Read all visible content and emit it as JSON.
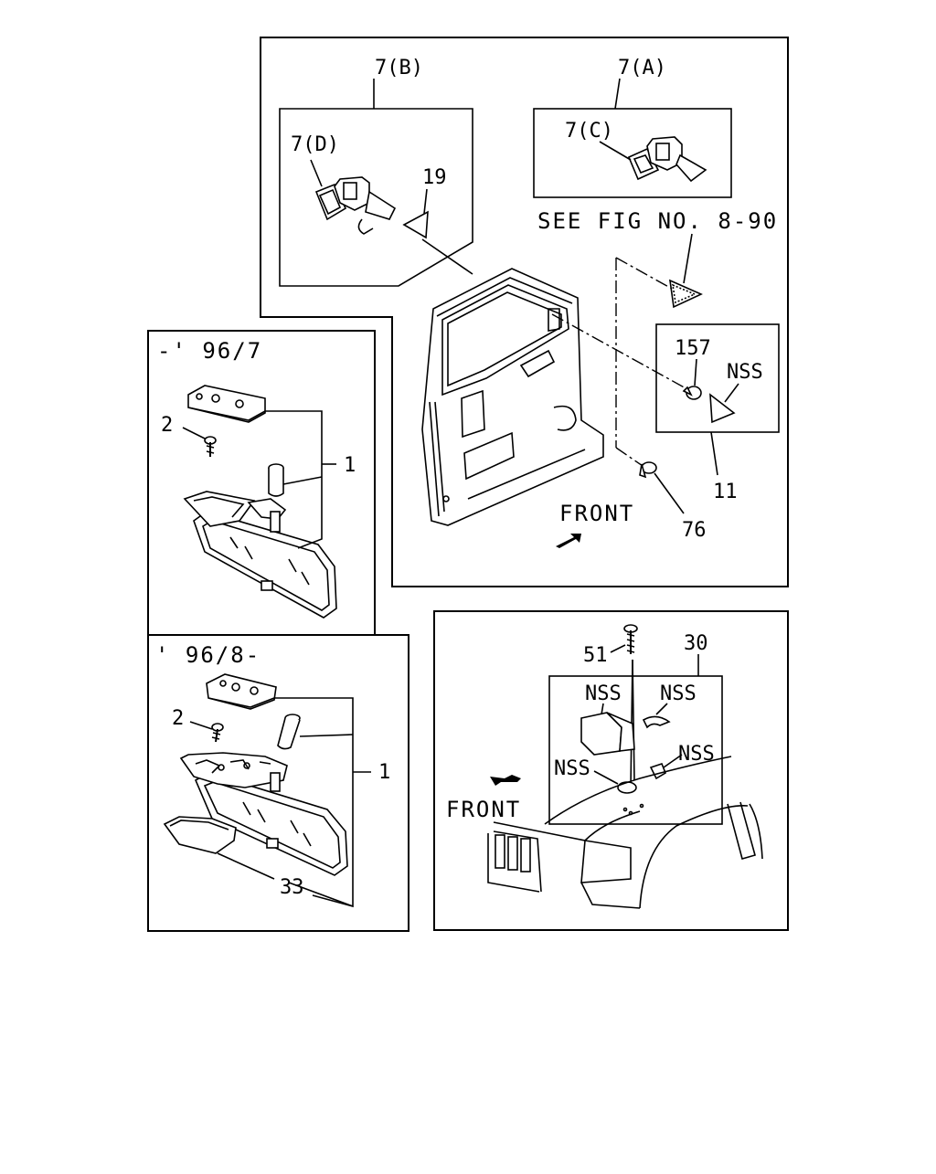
{
  "labels": {
    "mirror_b": "7(B)",
    "mirror_a": "7(A)",
    "mirror_d": "7(D)",
    "mirror_c": "7(C)",
    "part_19": "19",
    "see_fig": "SEE FIG NO. 8-90",
    "part_157": "157",
    "nss_door": "NSS",
    "part_11": "11",
    "part_76": "76",
    "front_door": "FRONT",
    "range_old": "-' 96/7",
    "range_new": "' 96/8-",
    "part_2_old": "2",
    "part_1_old": "1",
    "part_2_new": "2",
    "part_1_new": "1",
    "part_33": "33",
    "part_51": "51",
    "part_30": "30",
    "nss_1": "NSS",
    "nss_2": "NSS",
    "nss_3": "NSS",
    "nss_4": "NSS",
    "front_cab": "FRONT"
  }
}
